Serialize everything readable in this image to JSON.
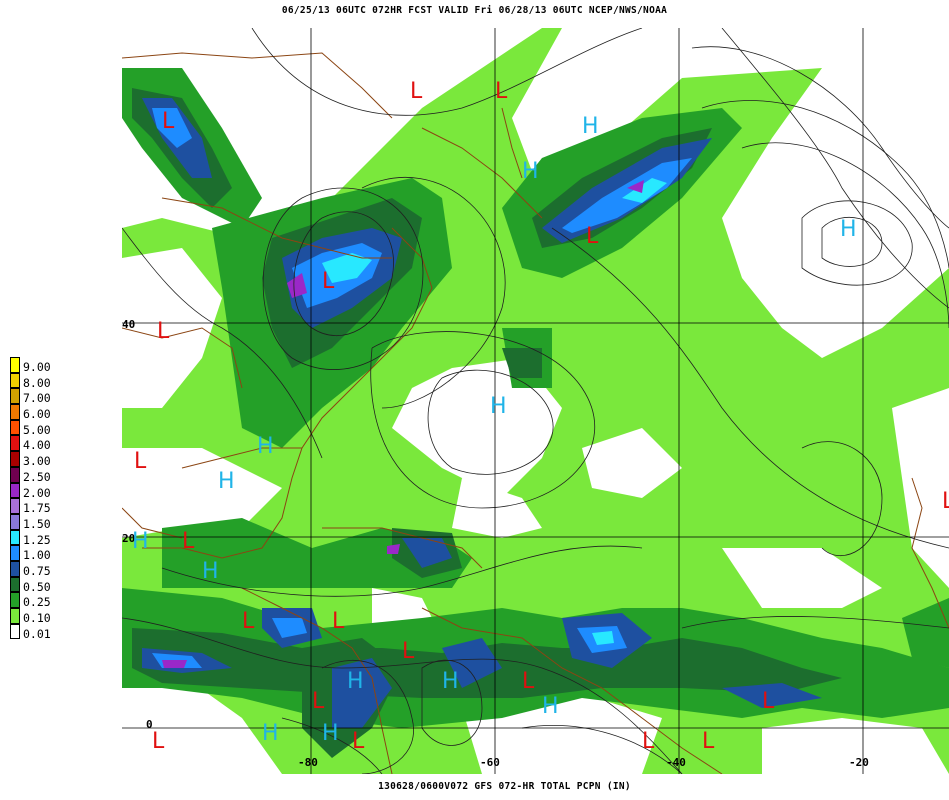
{
  "header": {
    "title": "06/25/13 06UTC   072HR   FCST VALID Fri 06/28/13 06UTC   NCEP/NWS/NOAA"
  },
  "footer": {
    "caption": "130628/0600V072 GFS 072-HR TOTAL PCPN (IN)"
  },
  "legend": {
    "items": [
      {
        "label": "9.00",
        "color": "#ffff00"
      },
      {
        "label": "8.00",
        "color": "#f0d000"
      },
      {
        "label": "7.00",
        "color": "#d2a000"
      },
      {
        "label": "6.00",
        "color": "#f07800"
      },
      {
        "label": "5.00",
        "color": "#ff5000"
      },
      {
        "label": "4.00",
        "color": "#e01010"
      },
      {
        "label": "3.00",
        "color": "#aa0000"
      },
      {
        "label": "2.50",
        "color": "#700050"
      },
      {
        "label": "2.00",
        "color": "#9a28c8"
      },
      {
        "label": "1.75",
        "color": "#a870d8"
      },
      {
        "label": "1.50",
        "color": "#8a78d8"
      },
      {
        "label": "1.25",
        "color": "#28e8ff"
      },
      {
        "label": "1.00",
        "color": "#1e8cff"
      },
      {
        "label": "0.75",
        "color": "#1e50a0"
      },
      {
        "label": "0.50",
        "color": "#1c6e2e"
      },
      {
        "label": "0.25",
        "color": "#24a028"
      },
      {
        "label": "0.10",
        "color": "#7ae83c"
      },
      {
        "label": "0.01",
        "color": "#ffffff"
      }
    ]
  },
  "map": {
    "latitude_labels": [
      "40",
      "20",
      "0"
    ],
    "longitude_labels": [
      "-80",
      "-60",
      "-40",
      "-20"
    ],
    "low_marker": "L",
    "high_marker": "H",
    "low_color": "#e01010",
    "high_color": "#20b4e8",
    "contour_color": "#202020",
    "border_color": "#8b4513",
    "grid_color": "#000000"
  }
}
